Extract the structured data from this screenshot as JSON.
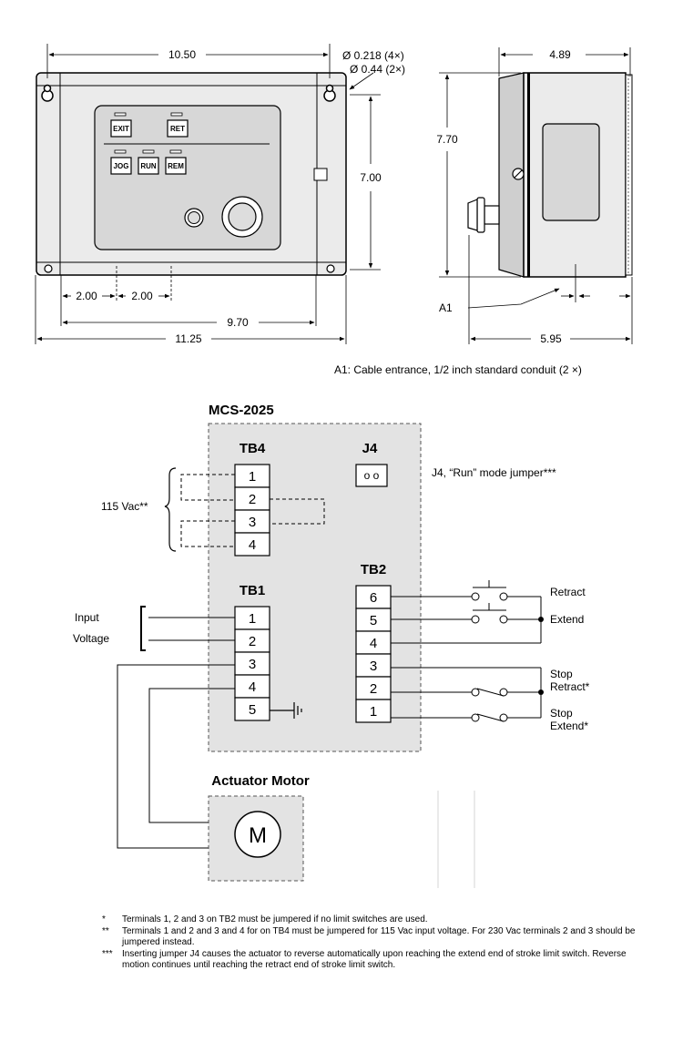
{
  "dims": {
    "width_top": "10.50",
    "hole_small": "Ø 0.218 (4×)",
    "hole_large": "Ø 0.44 (2×)",
    "height_front": "7.00",
    "spacing_a": "2.00",
    "spacing_b": "2.00",
    "width_mount": "9.70",
    "width_overall": "11.25",
    "depth_top": "4.89",
    "height_side": "7.70",
    "depth_bottom": "5.95",
    "a1_label": "A1",
    "a1_caption": "A1: Cable entrance, 1/2 inch standard conduit (2 ×)"
  },
  "panel_buttons": [
    "EXIT",
    "RET",
    "JOG",
    "RUN",
    "REM"
  ],
  "wiring": {
    "controller_title": "MCS-2025",
    "tb4": {
      "label": "TB4",
      "terminals": [
        "1",
        "2",
        "3",
        "4"
      ]
    },
    "j4": {
      "label": "J4",
      "pins": "o o",
      "note": "J4, “Run” mode jumper***"
    },
    "tb1": {
      "label": "TB1",
      "terminals": [
        "1",
        "2",
        "3",
        "4",
        "5"
      ]
    },
    "tb2": {
      "label": "TB2",
      "terminals": [
        "6",
        "5",
        "4",
        "3",
        "2",
        "1"
      ]
    },
    "vac_label": "115 Vac**",
    "input_label_1": "Input",
    "input_label_2": "Voltage",
    "retract_label": "Retract",
    "extend_label": "Extend",
    "stop_retract_1": "Stop",
    "stop_retract_2": "Retract*",
    "stop_extend_1": "Stop",
    "stop_extend_2": "Extend*",
    "motor_title": "Actuator Motor",
    "motor_symbol": "M"
  },
  "notes": [
    {
      "mark": "*",
      "text": "Terminals 1, 2 and 3 on TB2 must be jumpered if no limit switches are used."
    },
    {
      "mark": "**",
      "text": "Terminals 1 and 2 and 3 and 4 for on TB4 must be jumpered for 115 Vac input voltage. For 230 Vac terminals 2 and 3 should be jumpered instead."
    },
    {
      "mark": "***",
      "text": "Inserting jumper J4 causes the actuator to reverse automatically upon reaching the extend end of stroke limit switch. Reverse motion continues until reaching the retract end of stroke limit switch."
    }
  ]
}
